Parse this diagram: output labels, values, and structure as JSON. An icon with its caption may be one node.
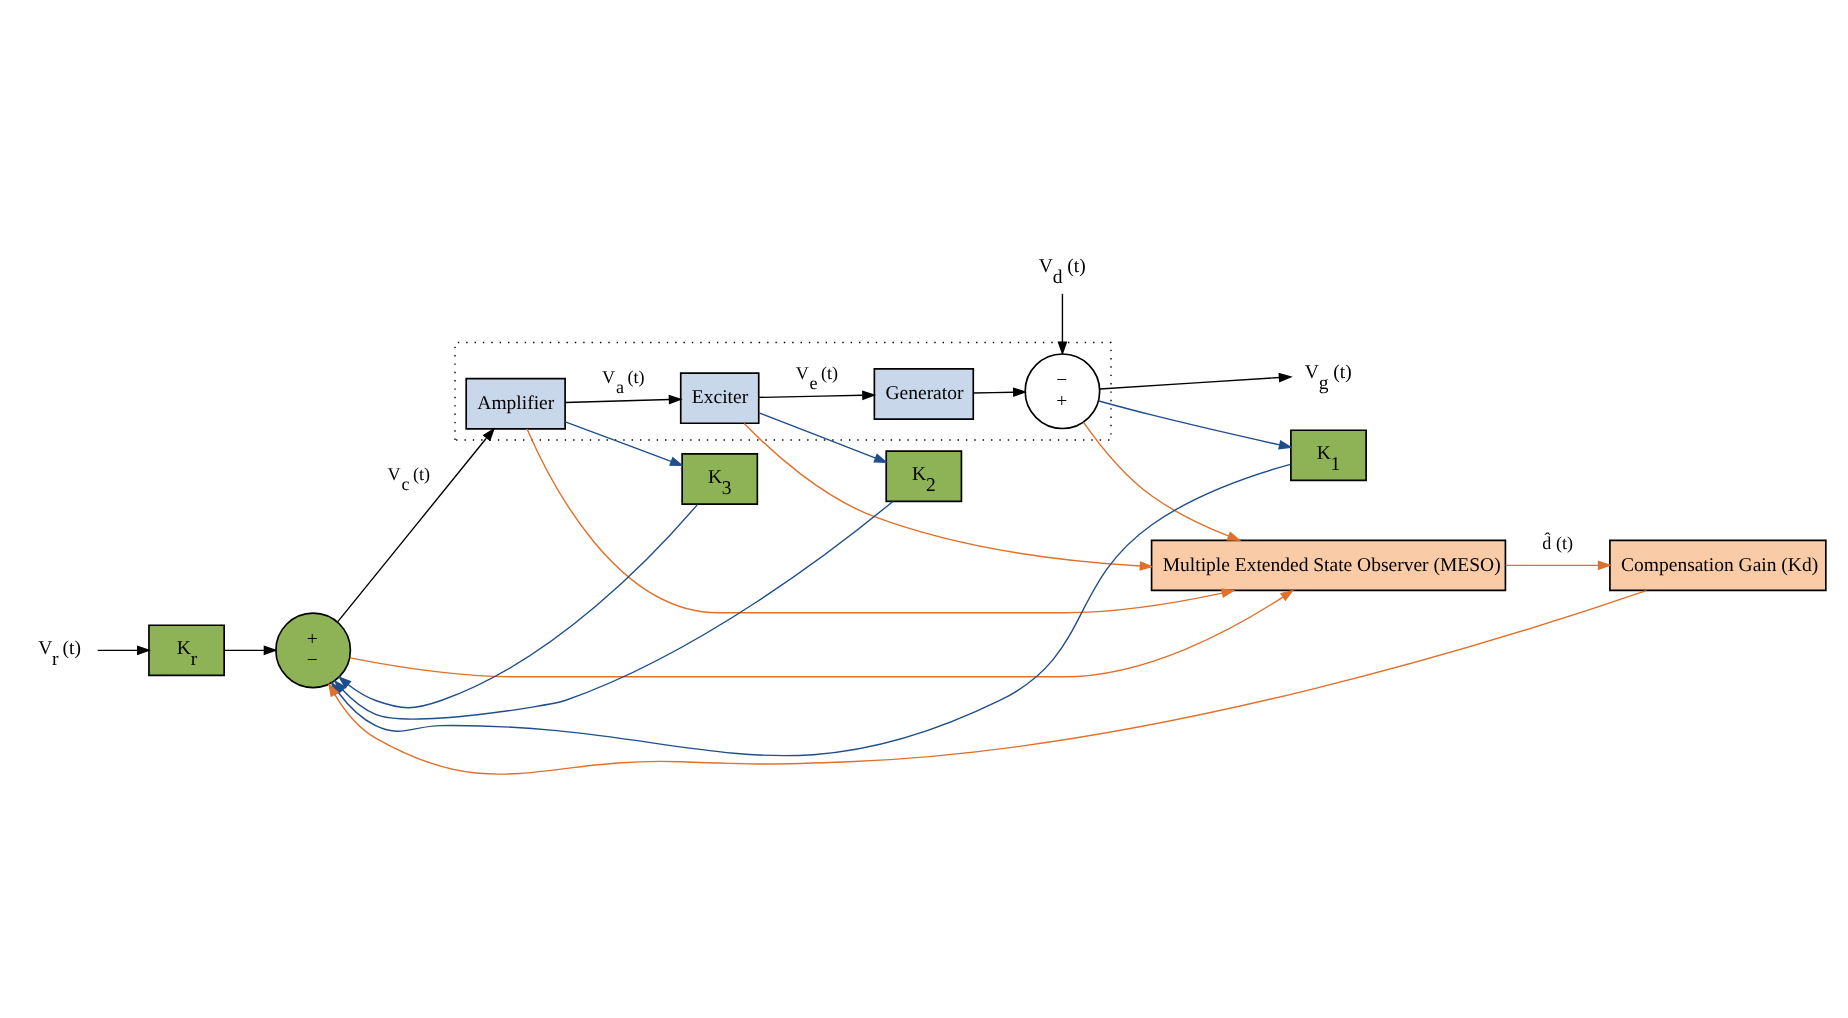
{
  "diagram": {
    "nodes": [
      {
        "text": [
          "V$_{r}$ (t)"
        ]
      },
      {
        "text": [
          "K$_{r}$"
        ]
      },
      {
        "text": [
          "+",
          "−"
        ]
      },
      {
        "text": [],
        "shape": "box"
      },
      {
        "text": [
          "Amplifier"
        ],
        "in": 3
      },
      {
        "text": [
          "Exciter"
        ],
        "in": 3
      },
      {
        "text": [
          "Generator"
        ],
        "in": 3
      },
      {
        "text": [
          "−",
          "+"
        ],
        "in": 3
      },
      {
        "text": [
          "V$_{d}$ (t)"
        ]
      },
      {
        "text": [
          "V$_{g}$ (t)"
        ]
      },
      {
        "text": [
          "K$_{3}$"
        ]
      },
      {
        "text": [
          "K$_{2}$"
        ]
      },
      {
        "text": [
          "K$_{1}$"
        ]
      },
      {
        "text": [
          "Multiple Extended State Observer (MESO)"
        ]
      },
      {
        "text": [
          "Compensation Gain (Kd)"
        ]
      }
    ],
    "edges": [
      {
        "from": 0,
        "to": 1,
        "arrow": "to"
      },
      {
        "from": 1,
        "to": 2,
        "arrow": "to"
      },
      {
        "from": 2,
        "to": 4,
        "arrow": "to",
        "label": "V$_{c}$ (t)"
      },
      {
        "from": 4,
        "to": 5,
        "arrow": "to",
        "label": "V$_{a}$ (t)"
      },
      {
        "from": 5,
        "to": 6,
        "arrow": "to",
        "label": "V$_{e}$ (t)"
      },
      {
        "from": 6,
        "to": 7,
        "arrow": "to"
      },
      {
        "from": 8,
        "to": 7,
        "arrow": "to"
      },
      {
        "from": 7,
        "to": 9,
        "arrow": "to"
      },
      {
        "from": 4,
        "to": 10,
        "arrow": "to",
        "color": "#1f4e8c"
      },
      {
        "from": 5,
        "to": 11,
        "arrow": "to",
        "color": "#1f4e8c"
      },
      {
        "from": 7,
        "to": 12,
        "arrow": "to",
        "color": "#1f4e8c"
      },
      {
        "from": 10,
        "to": 2,
        "arrow": "to",
        "color": "#1f4e8c"
      },
      {
        "from": 11,
        "to": 2,
        "arrow": "to",
        "color": "#1f4e8c"
      },
      {
        "from": 12,
        "to": 2,
        "arrow": "to",
        "color": "#1f4e8c"
      },
      {
        "from": 2,
        "to": 13,
        "arrow": "to",
        "color": "#e0702a"
      },
      {
        "from": 4,
        "to": 13,
        "arrow": "to",
        "color": "#e0702a"
      },
      {
        "from": 5,
        "to": 13,
        "arrow": "to",
        "color": "#e0702a"
      },
      {
        "from": 7,
        "to": 13,
        "arrow": "to",
        "color": "#e0702a"
      },
      {
        "from": 13,
        "to": 14,
        "arrow": "to",
        "color": "#e0702a",
        "label": "d̂ (t)"
      },
      {
        "from": 14,
        "to": 2,
        "arrow": "to",
        "color": "#e0702a"
      }
    ]
  }
}
